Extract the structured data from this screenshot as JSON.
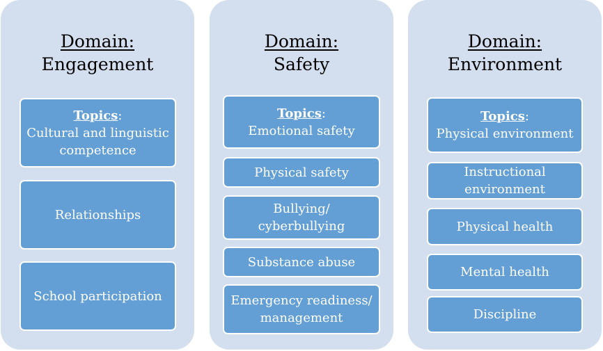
{
  "domains": [
    {
      "label": "Domain:",
      "name": "Engagement",
      "topics_label": "Topics",
      "topics_suffix": ":",
      "topics": [
        "Cultural and linguistic competence",
        "Relationships",
        "School participation"
      ]
    },
    {
      "label": "Domain:",
      "name": "Safety",
      "topics_label": "Topics",
      "topics_suffix": ":",
      "topics": [
        "Emotional safety",
        "Physical safety",
        "Bullying/ cyberbullying",
        "Substance abuse",
        "Emergency readiness/ management"
      ]
    },
    {
      "label": "Domain:",
      "name": "Environment",
      "topics_label": "Topics",
      "topics_suffix": ":",
      "topics": [
        "Physical environment",
        "Instructional environment",
        "Physical health",
        "Mental health",
        "Discipline"
      ]
    }
  ],
  "colors": {
    "panel": "#d3deee",
    "box": "#639fd4",
    "box_border": "#ffffff",
    "box_text": "#ffffff"
  }
}
